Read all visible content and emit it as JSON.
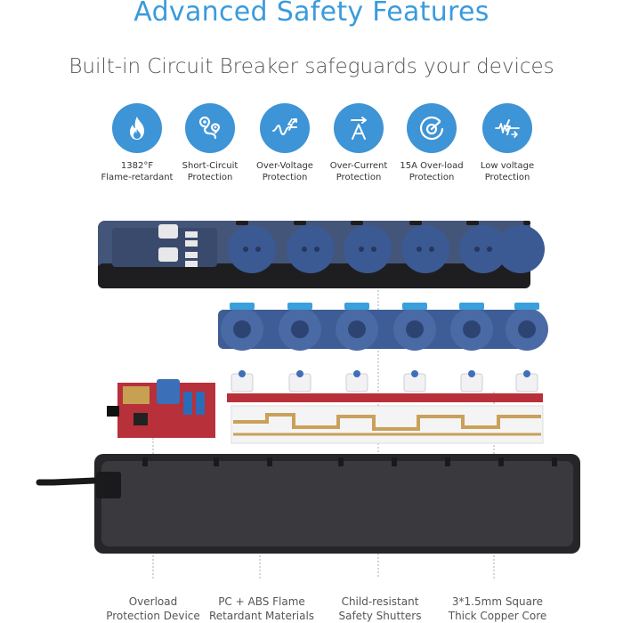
{
  "title": "Advanced Safety Features",
  "subtitle": "Built-in Circuit Breaker safeguards your devices",
  "features": [
    {
      "icon": "flame-icon",
      "line1": "1382°F",
      "line2": "Flame-retardant"
    },
    {
      "icon": "map-pin-route-icon",
      "line1": "Short-Circuit",
      "line2": "Protection"
    },
    {
      "icon": "voltage-wave-icon",
      "line1": "Over-Voltage",
      "line2": "Protection"
    },
    {
      "icon": "ampere-arrow-icon",
      "line1": "Over-Current",
      "line2": "Protection"
    },
    {
      "icon": "gauge-icon",
      "line1": "15A Over-load",
      "line2": "Protection"
    },
    {
      "icon": "low-voltage-icon",
      "line1": "Low voltage",
      "line2": "Protection"
    }
  ],
  "bottom_labels": [
    {
      "line1": "Overload",
      "line2": "Protection Device"
    },
    {
      "line1": "PC + ABS Flame",
      "line2": "Retardant Materials"
    },
    {
      "line1": "Child-resistant",
      "line2": "Safety Shutters"
    },
    {
      "line1": "3*1.5mm Square",
      "line2": "Thick Copper Core"
    }
  ],
  "colors": {
    "accent": "#3a9bdc",
    "icon_bg": "#3d94d6",
    "socket_blue": "#3f5a8c",
    "housing": "#2b2b2e",
    "pcb_red": "#b8303a",
    "copper": "#c9a15a"
  }
}
